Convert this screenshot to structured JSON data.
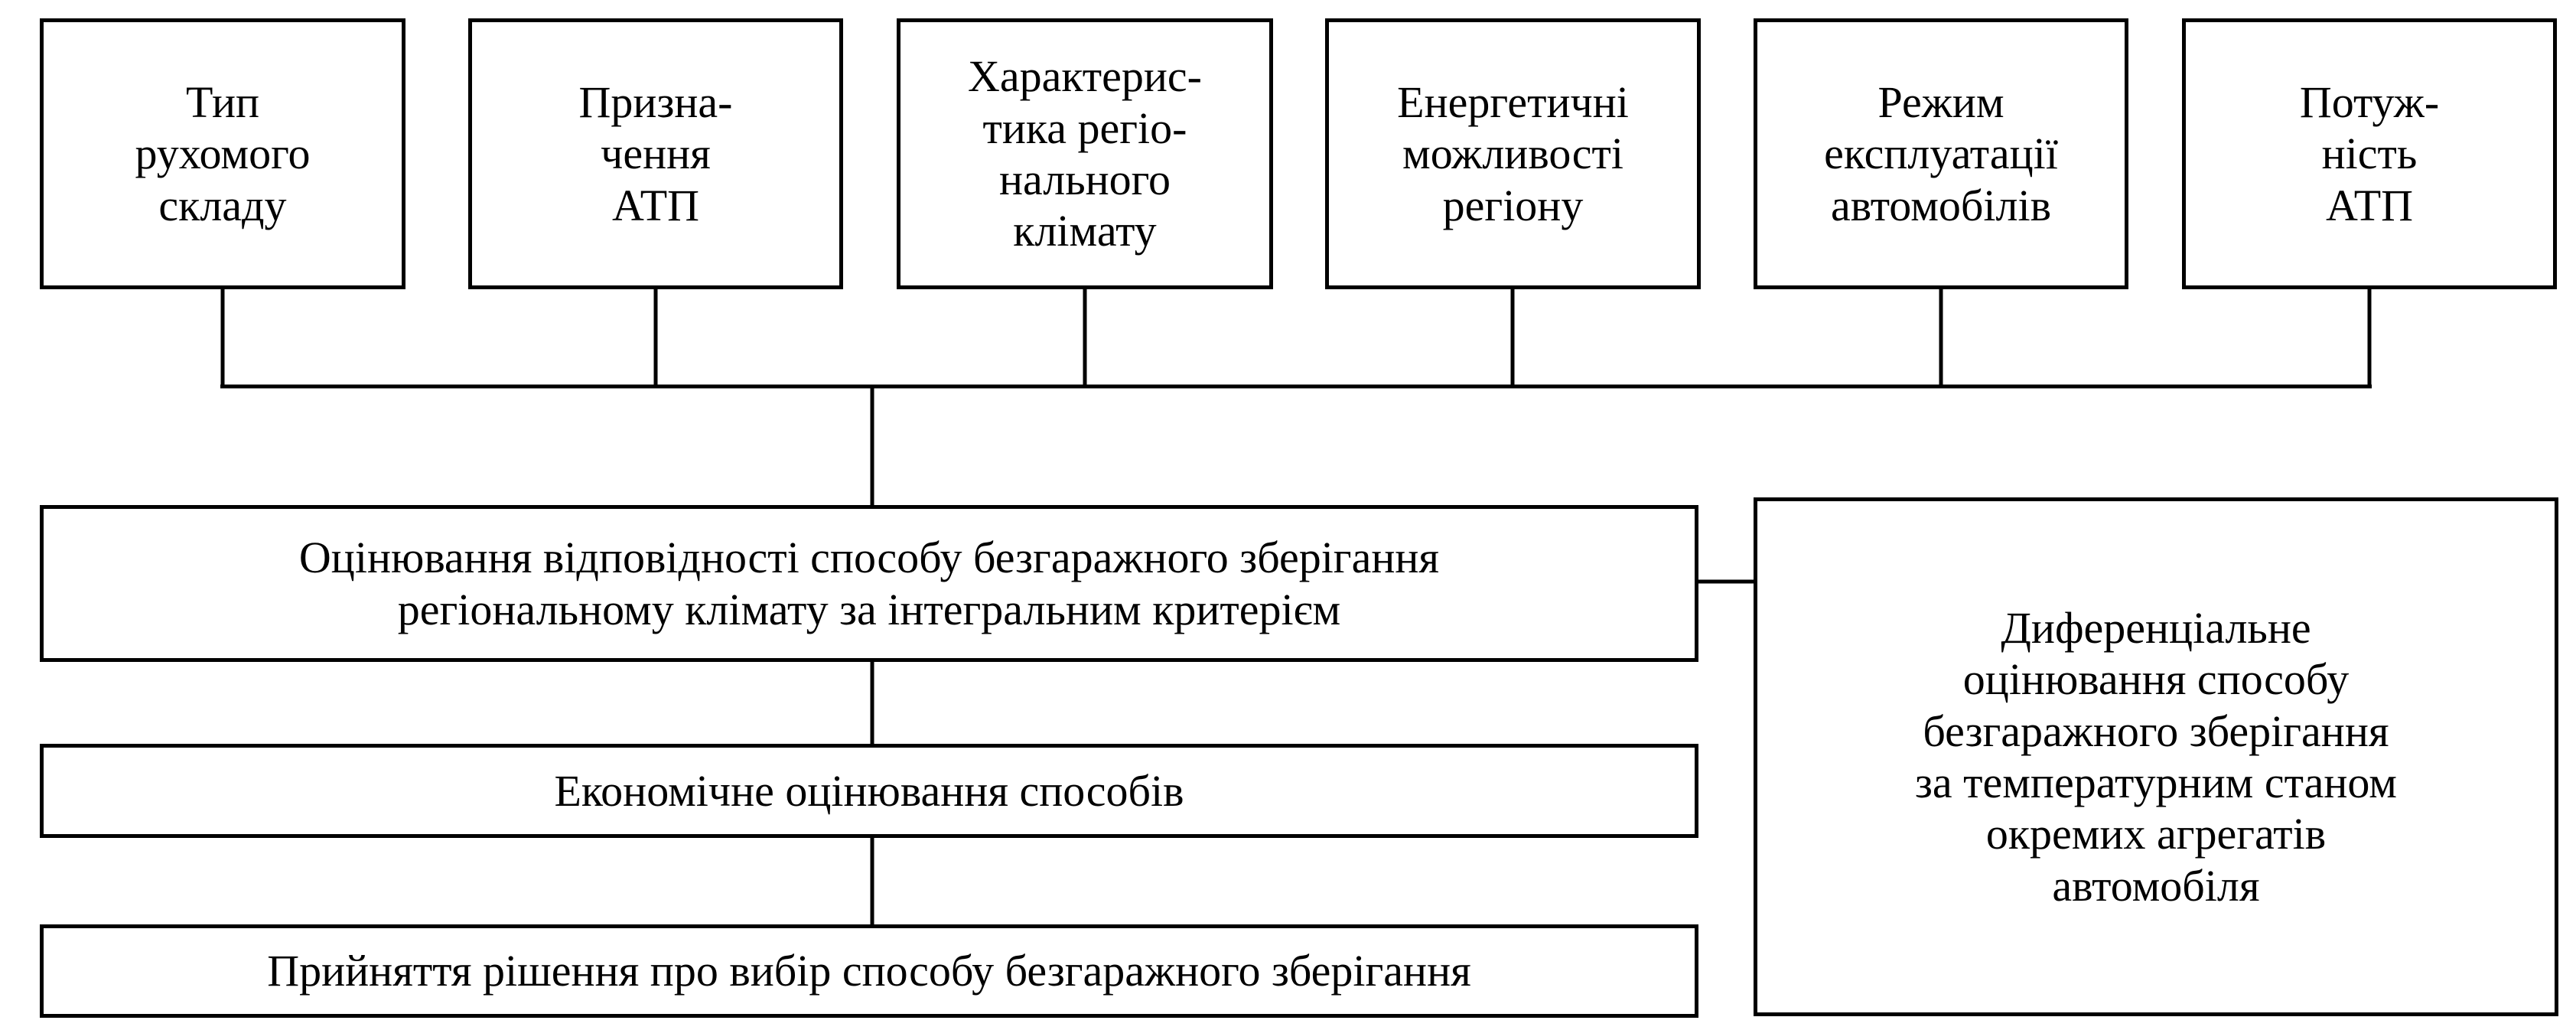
{
  "top_factors": [
    {
      "label": "Тип\nрухомого\nскладу"
    },
    {
      "label": "Призна-\nчення\nАТП"
    },
    {
      "label": "Характерис-\nтика регіо-\nнального\nклімату"
    },
    {
      "label": "Енергетичні\nможливості\nрегіону"
    },
    {
      "label": "Режим\nексплуатації\nавтомобілів"
    },
    {
      "label": "Потуж-\nність\nАТП"
    }
  ],
  "integral_assessment": {
    "label": "Оцінювання відповідності способу безгаражного зберігання\nрегіональному клімату за інтегральним критерієм"
  },
  "economic_assessment": {
    "label": "Економічне оцінювання способів"
  },
  "decision": {
    "label": "Прийняття рішення про вибір способу безгаражного зберігання"
  },
  "differential_assessment": {
    "label": "Диференціальне\nоцінювання способу\nбезгаражного зберігання\nза температурним станом\nокремих агрегатів\nавтомобіля"
  }
}
